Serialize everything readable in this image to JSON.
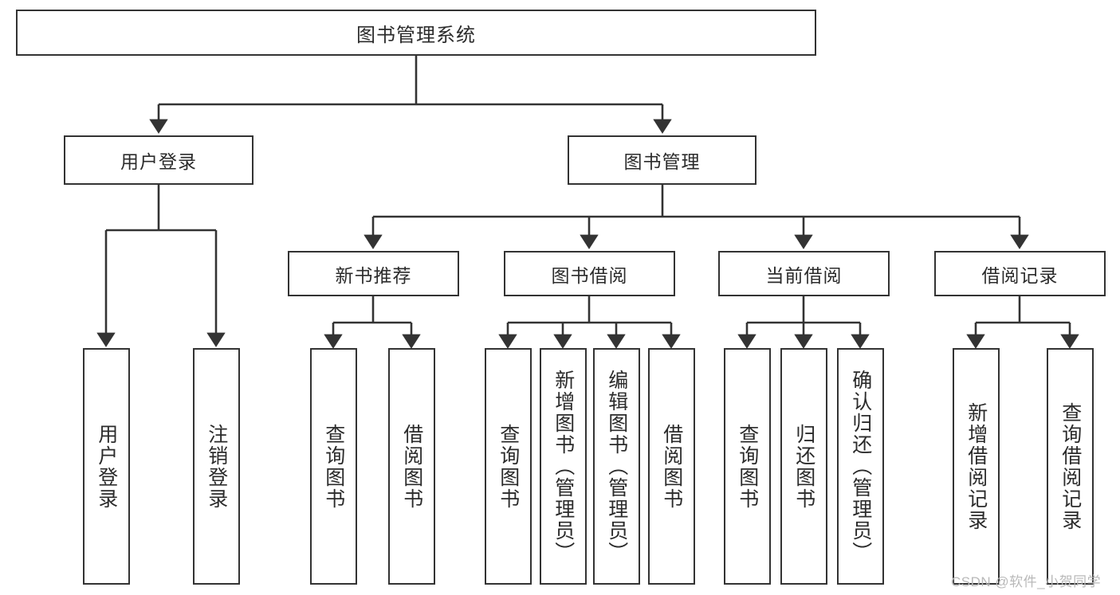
{
  "diagram": {
    "title": "图书管理系统",
    "type": "tree-hierarchy-diagram",
    "theme": {
      "background": "#ffffff",
      "box_border": "#333333",
      "box_fill": "#ffffff",
      "text_color": "#2b2b2b",
      "connector_color": "#333333",
      "watermark_color": "#b9b9b9"
    },
    "root": {
      "label": "图书管理系统"
    },
    "level2": [
      {
        "label": "用户登录"
      },
      {
        "label": "图书管理"
      }
    ],
    "level3": [
      {
        "label": "新书推荐"
      },
      {
        "label": "图书借阅"
      },
      {
        "label": "当前借阅"
      },
      {
        "label": "借阅记录"
      }
    ],
    "leaves": {
      "user_login": [
        {
          "label": "用户登录"
        },
        {
          "label": "注销登录"
        }
      ],
      "new_book_recommend": [
        {
          "label": "查询图书"
        },
        {
          "label": "借阅图书"
        }
      ],
      "book_borrow": [
        {
          "label": "查询图书"
        },
        {
          "label": "新增图书（管理员）"
        },
        {
          "label": "编辑图书（管理员）"
        },
        {
          "label": "借阅图书"
        }
      ],
      "current_borrow": [
        {
          "label": "查询图书"
        },
        {
          "label": "归还图书"
        },
        {
          "label": "确认归还（管理员）"
        }
      ],
      "borrow_record": [
        {
          "label": "新增借阅记录"
        },
        {
          "label": "查询借阅记录"
        }
      ]
    },
    "watermark": "CSDN @软件_小贺同学"
  }
}
